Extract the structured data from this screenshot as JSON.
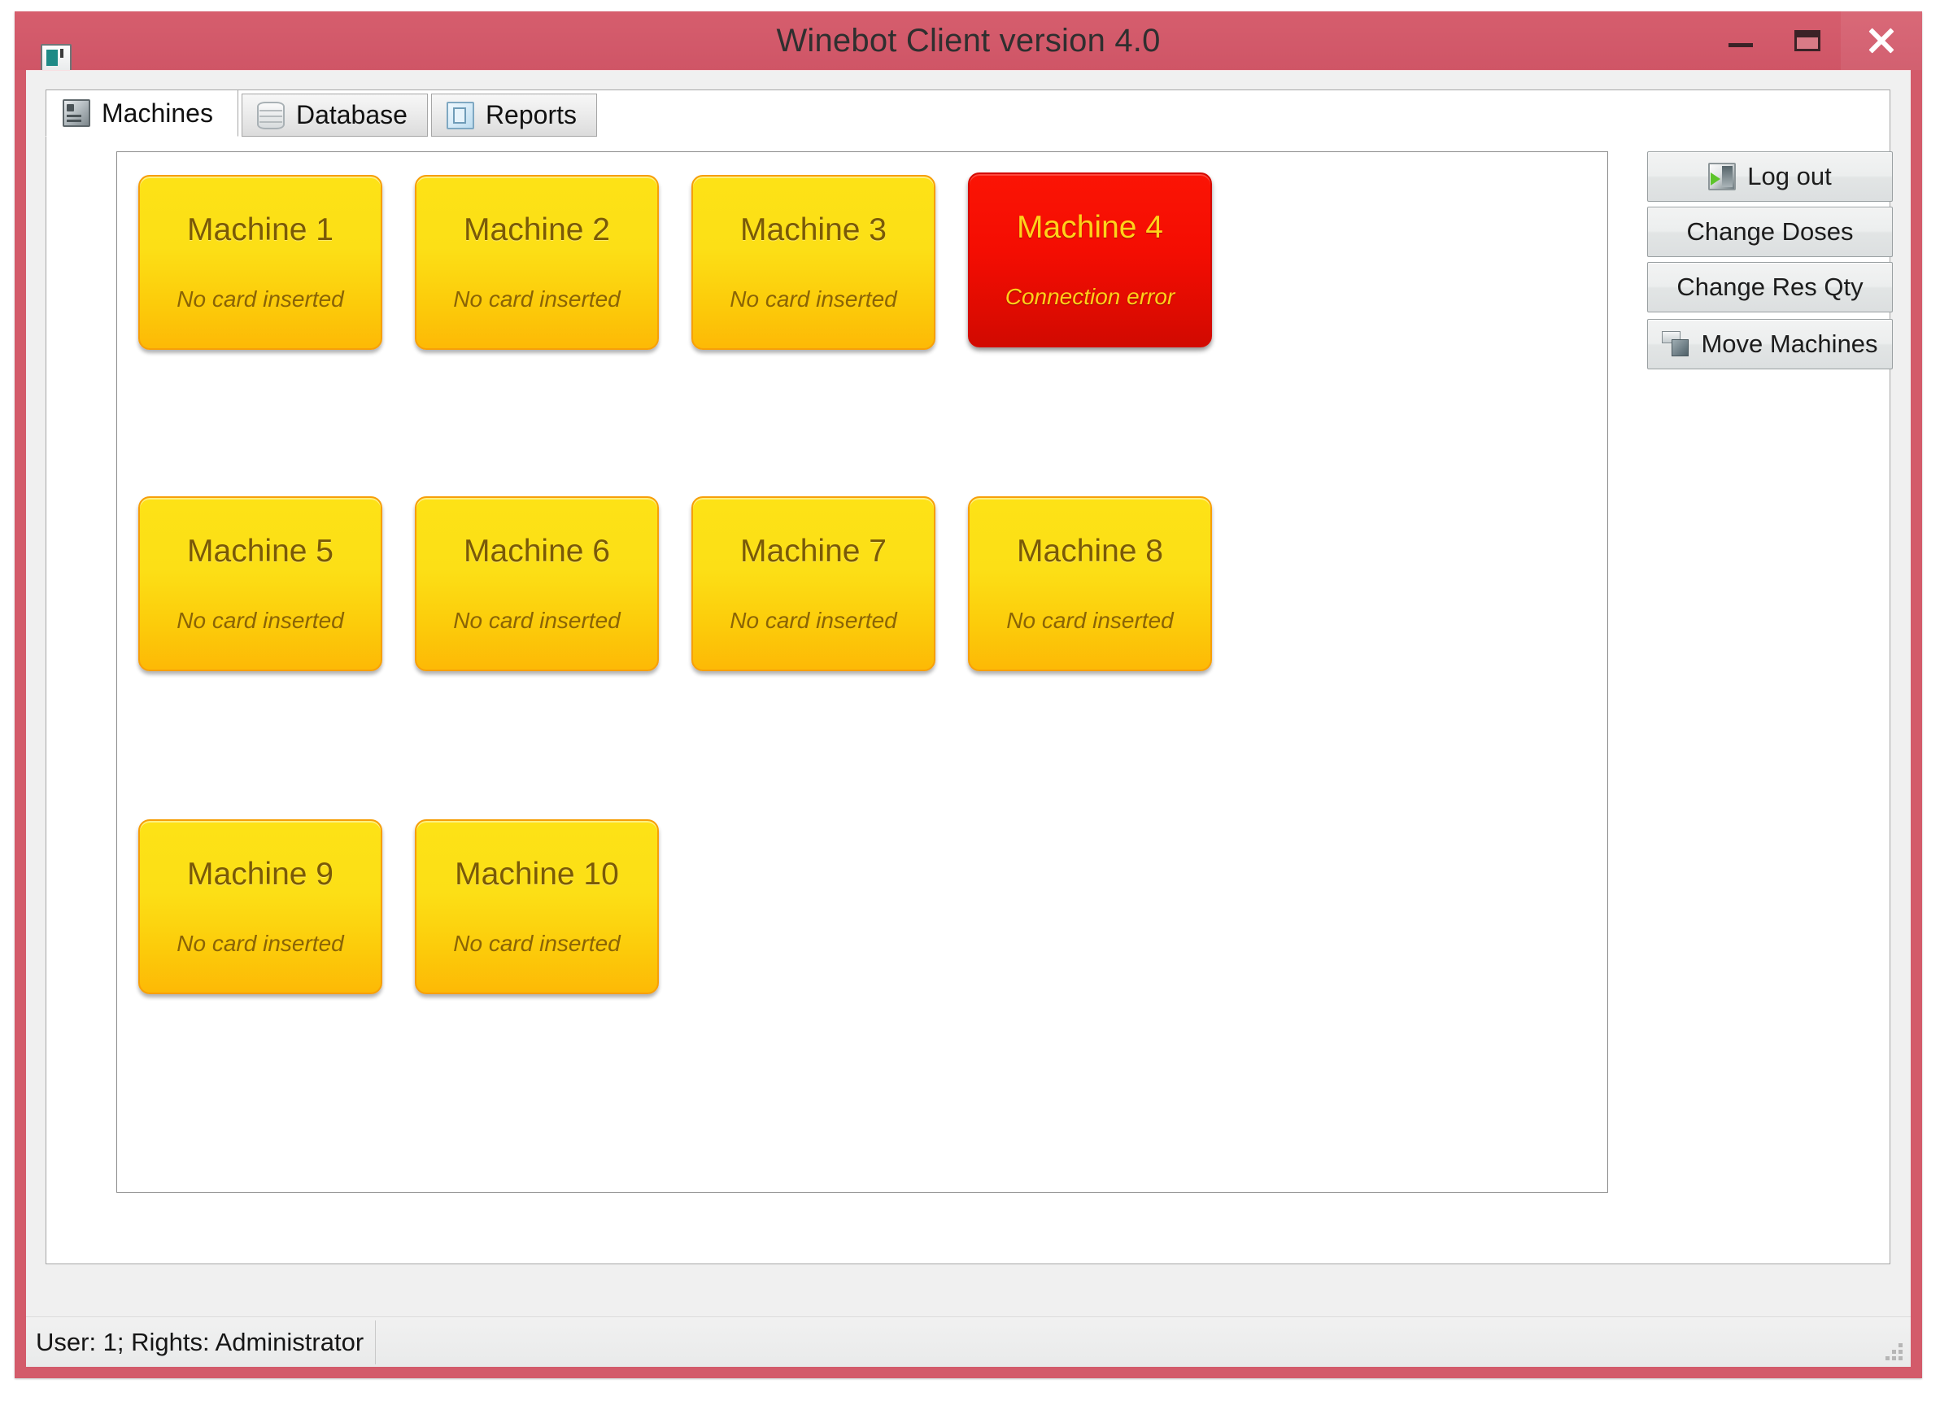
{
  "window": {
    "title": "Winebot Client version 4.0",
    "app_icon": "machine-window-icon",
    "frame_color": "#d35b6a",
    "controls": {
      "minimize": "minimize-icon",
      "maximize": "maximize-icon",
      "close": "close-icon"
    }
  },
  "tabs": [
    {
      "label": "Machines",
      "icon": "machine-icon",
      "active": true
    },
    {
      "label": "Database",
      "icon": "database-icon",
      "active": false
    },
    {
      "label": "Reports",
      "icon": "report-icon",
      "active": false
    }
  ],
  "machines": {
    "status_ok": "No card inserted",
    "status_error": "Connection error",
    "colors": {
      "ok_fill": "#fcdf16",
      "ok_border": "#f79f08",
      "ok_text": "#7a5a07",
      "error_fill": "#f40d02",
      "error_border": "#d40b02",
      "error_text": "#ffd21a"
    },
    "items": [
      {
        "name": "Machine 1",
        "status": "No card inserted",
        "state": "ok"
      },
      {
        "name": "Machine 2",
        "status": "No card inserted",
        "state": "ok"
      },
      {
        "name": "Machine 3",
        "status": "No card inserted",
        "state": "ok"
      },
      {
        "name": "Machine 4",
        "status": "Connection error",
        "state": "error"
      },
      {
        "name": "Machine 5",
        "status": "No card inserted",
        "state": "ok"
      },
      {
        "name": "Machine 6",
        "status": "No card inserted",
        "state": "ok"
      },
      {
        "name": "Machine 7",
        "status": "No card inserted",
        "state": "ok"
      },
      {
        "name": "Machine 8",
        "status": "No card inserted",
        "state": "ok"
      },
      {
        "name": "Machine 9",
        "status": "No card inserted",
        "state": "ok"
      },
      {
        "name": "Machine 10",
        "status": "No card inserted",
        "state": "ok"
      }
    ]
  },
  "sidebar": {
    "buttons": [
      {
        "label": "Log out",
        "icon": "logout-door-icon"
      },
      {
        "label": "Change Doses",
        "icon": ""
      },
      {
        "label": "Change Res Qty",
        "icon": ""
      },
      {
        "label": "Move Machines",
        "icon": "move-windows-icon"
      }
    ]
  },
  "statusbar": {
    "text": "User: 1; Rights: Administrator",
    "grip": "resize-grip-icon"
  }
}
